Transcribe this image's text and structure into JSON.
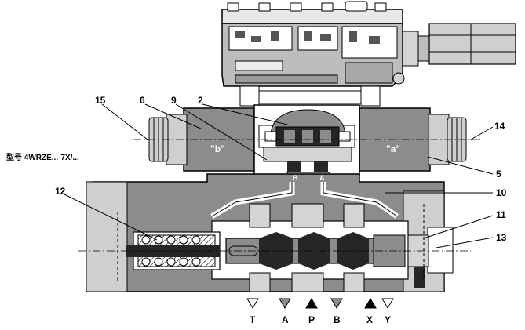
{
  "model_label": "型号 4WRZE...-7X/...",
  "callouts": [
    "15",
    "6",
    "9",
    "2",
    "14",
    "5",
    "12",
    "10",
    "11",
    "13"
  ],
  "solenoid_labels": {
    "b": "\"b\"",
    "a": "\"a\""
  },
  "pilot_ports": {
    "b": "B",
    "a": "A"
  },
  "ports": [
    "T",
    "A",
    "P",
    "B",
    "X",
    "Y"
  ],
  "colors": {
    "body_gray": "#8c8c8c",
    "light_gray": "#d4d4d4",
    "dark": "#262626",
    "line": "#000000"
  }
}
